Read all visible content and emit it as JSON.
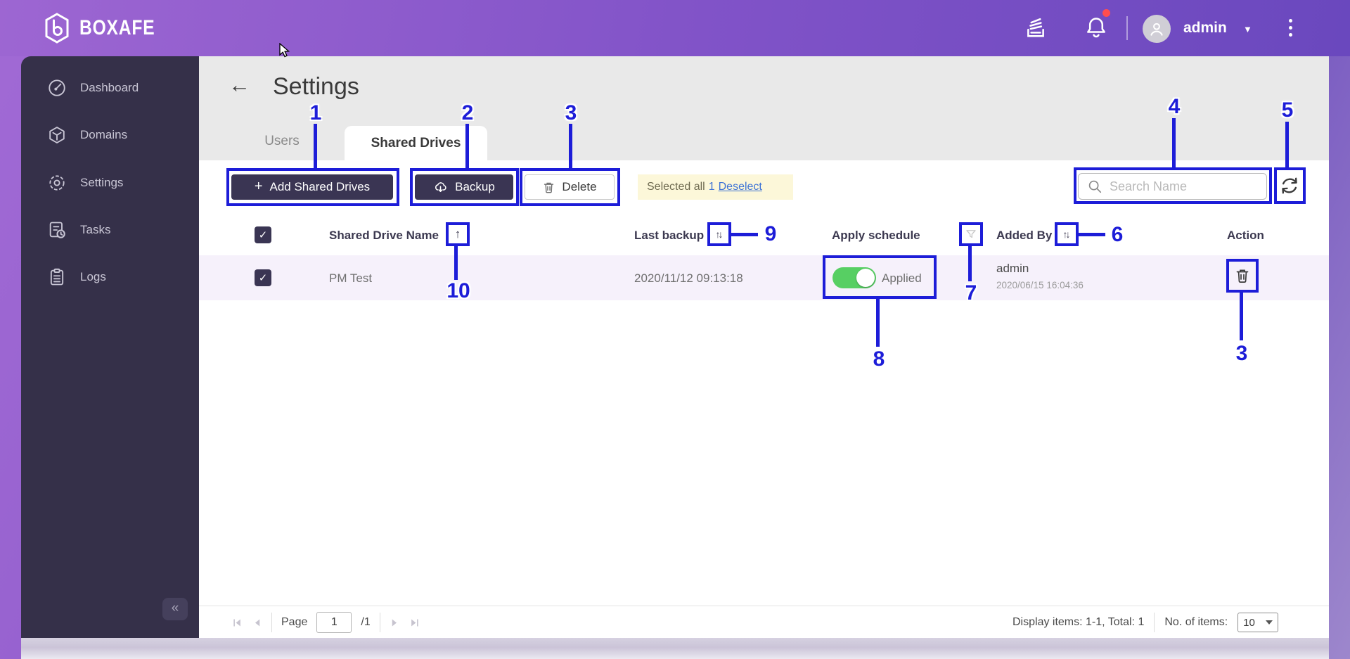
{
  "header": {
    "app_name": "BOXAFE",
    "user_name": "admin"
  },
  "sidebar": {
    "items": [
      {
        "label": "Dashboard"
      },
      {
        "label": "Domains"
      },
      {
        "label": "Settings"
      },
      {
        "label": "Tasks"
      },
      {
        "label": "Logs"
      }
    ]
  },
  "settings_page": {
    "title": "Settings",
    "tabs": {
      "users": "Users",
      "shared_drives": "Shared Drives"
    }
  },
  "toolbar": {
    "add_label": "Add Shared Drives",
    "backup_label": "Backup",
    "delete_label": "Delete",
    "selected_text": "Selected all",
    "selected_count": "1",
    "deselect_label": "Deselect",
    "search_placeholder": "Search Name"
  },
  "table": {
    "columns": {
      "name": "Shared Drive Name",
      "last_backup": "Last backup",
      "apply_schedule": "Apply schedule",
      "added_by": "Added By",
      "action": "Action"
    },
    "row": {
      "name": "PM Test",
      "last_backup": "2020/11/12 09:13:18",
      "schedule_state": "Applied",
      "added_by": "admin",
      "added_time": "2020/06/15 16:04:36"
    }
  },
  "footer": {
    "page_label": "Page",
    "page_value": "1",
    "page_total": "/1",
    "display_info": "Display items: 1-1, Total: 1",
    "items_label": "No. of items:",
    "items_value": "10"
  },
  "annotations": {
    "one": "1",
    "two": "2",
    "three": "3",
    "four": "4",
    "five": "5",
    "six": "6",
    "seven": "7",
    "eight": "8",
    "nine": "9",
    "ten": "10",
    "row_delete": "3"
  },
  "icons": {
    "back_arrow": "←",
    "caret_down": "▼",
    "check": "✓",
    "collapse": "«",
    "sort_asc": "↑",
    "sort_both": "↑↓",
    "plus": "+"
  },
  "colors": {
    "annotation_accent": "#1d1dd8",
    "toggle_on_green": "#57cf63",
    "notification_red": "#ff4d4f",
    "selection_yellow": "#fcf7d9",
    "sidebar_bg": "#353049",
    "header_gradient_start": "#9d66d2",
    "header_gradient_end": "#6a48be"
  }
}
